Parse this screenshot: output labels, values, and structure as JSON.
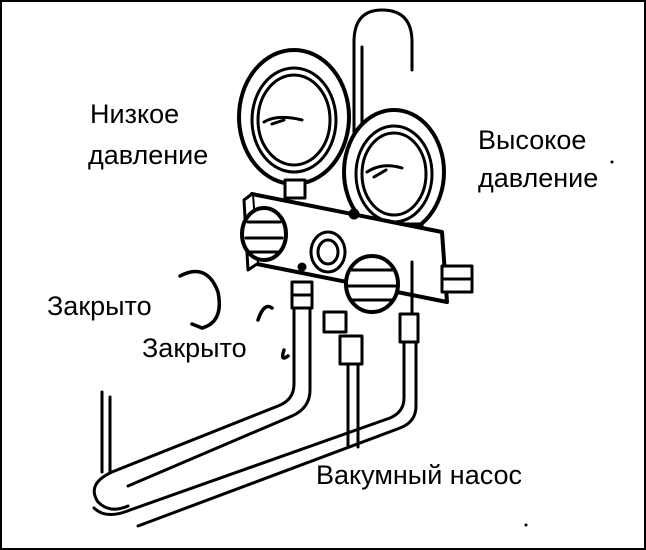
{
  "labels": {
    "low_pressure_line1": "Низкое",
    "low_pressure_line2": "давление",
    "high_pressure_line1": "Высокое",
    "high_pressure_line2": "давление",
    "closed_left": "Закрыто",
    "closed_right": "Закрыто",
    "vacuum_pump": "Вакумный насос"
  },
  "colors": {
    "ink": "#000000",
    "paper": "#ffffff"
  }
}
